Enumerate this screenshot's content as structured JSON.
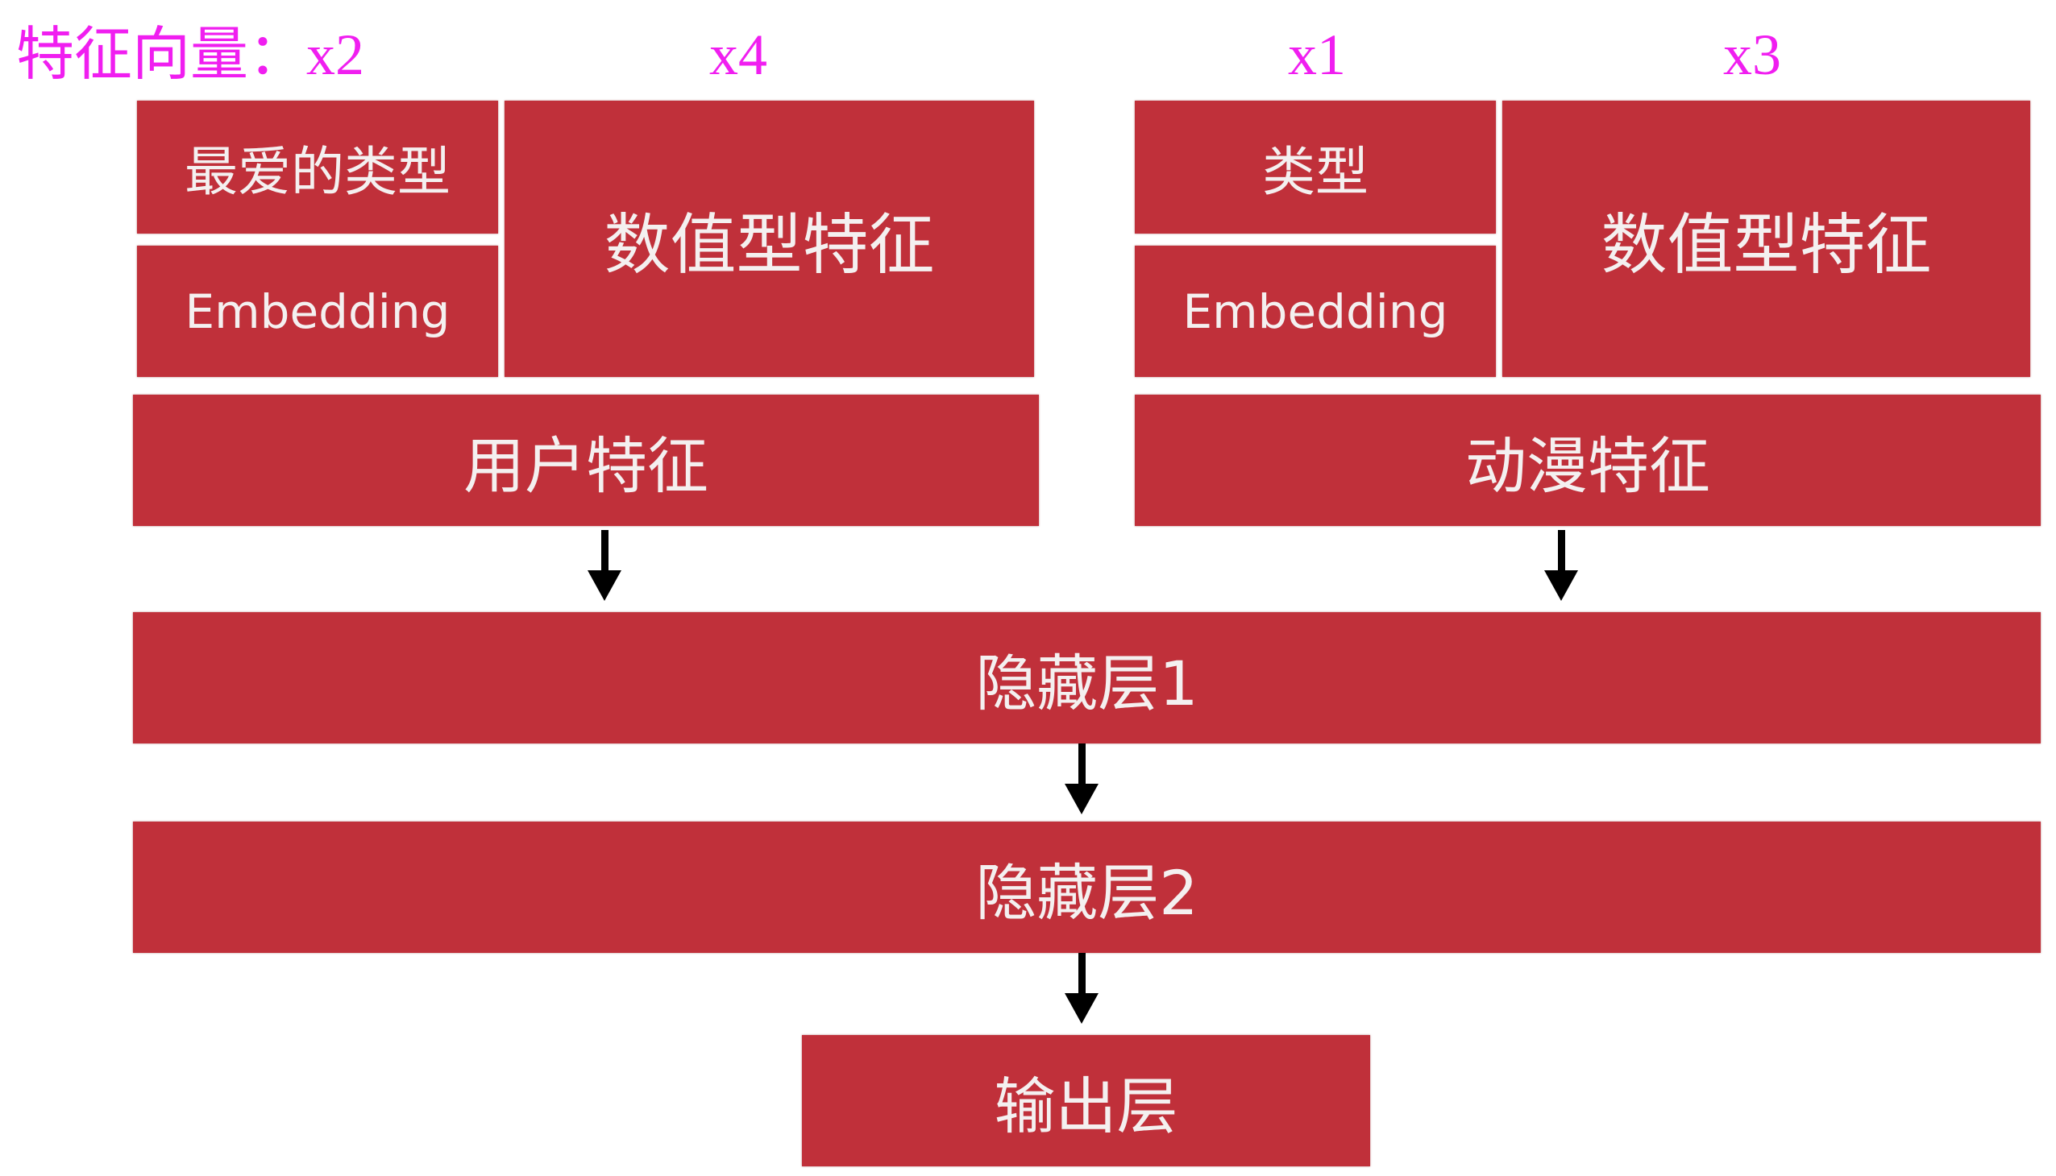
{
  "annotation": {
    "prefix": "特征向量：x2",
    "user_numeric": "x4",
    "anime_genre": "x1",
    "anime_numeric": "x3"
  },
  "user_block": {
    "genre_label": "最爱的类型",
    "embedding_label": "Embedding",
    "numeric_label": "数值型特征",
    "title": "用户特征"
  },
  "anime_block": {
    "genre_label": "类型",
    "embedding_label": "Embedding",
    "numeric_label": "数值型特征",
    "title": "动漫特征"
  },
  "layers": {
    "hidden1": "隐藏层1",
    "hidden2": "隐藏层2",
    "output": "输出层"
  },
  "colors": {
    "box_fill": "#c0303a",
    "box_text": "#f4f0f0",
    "annotation": "#f01ef0",
    "arrow": "#000000"
  }
}
